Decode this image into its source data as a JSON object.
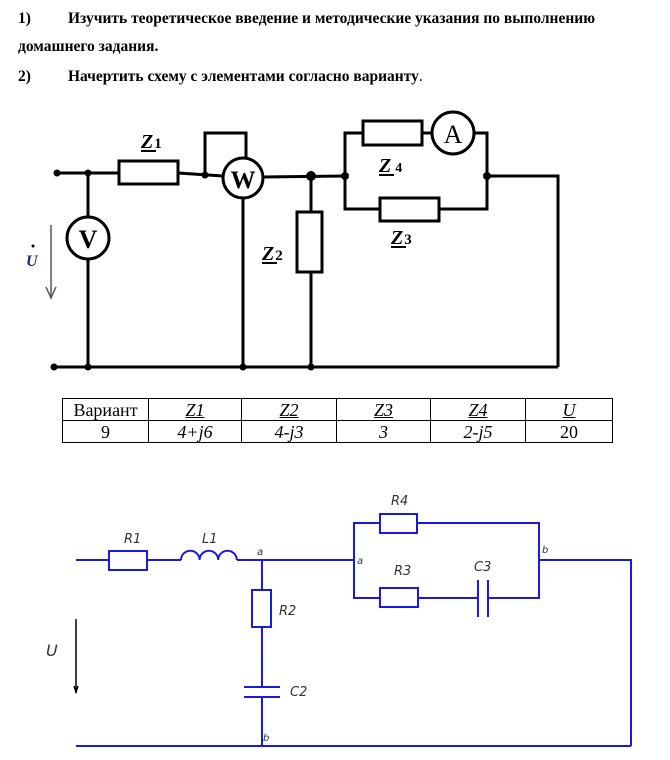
{
  "instructions": [
    {
      "number": "1)",
      "text": "Изучить теоретическое введение и методические указания по выполнению",
      "continuation": "домашнего задания."
    },
    {
      "number": "2)",
      "text": "Начертить схему с элементами согласно варианту",
      "trailing": "."
    }
  ],
  "circuit_top": {
    "source_label": "U",
    "meters": {
      "voltmeter": "V",
      "wattmeter": "W",
      "ammeter": "A"
    },
    "impedances": {
      "z1": "Z",
      "z1_sub": "1",
      "z2": "Z",
      "z2_sub": "2",
      "z3": "Z",
      "z3_sub": "3",
      "z4": "Z",
      "z4_sub": "4"
    }
  },
  "variant_table": {
    "headers": [
      "Вариант",
      "Z1",
      "Z2",
      "Z3",
      "Z4",
      "U"
    ],
    "row": [
      "9",
      "4+j6",
      "4-j3",
      "3",
      "2-j5",
      "20"
    ]
  },
  "circuit_bottom": {
    "source_label": "U",
    "components": {
      "r1": "R1",
      "l1": "L1",
      "r2": "R2",
      "c2": "C2",
      "r3": "R3",
      "c3": "C3",
      "r4": "R4"
    },
    "nodes": {
      "a_top": "a",
      "b_bottom": "b",
      "a_parallel": "a",
      "b_parallel": "b"
    },
    "color": "#1a1adc"
  }
}
